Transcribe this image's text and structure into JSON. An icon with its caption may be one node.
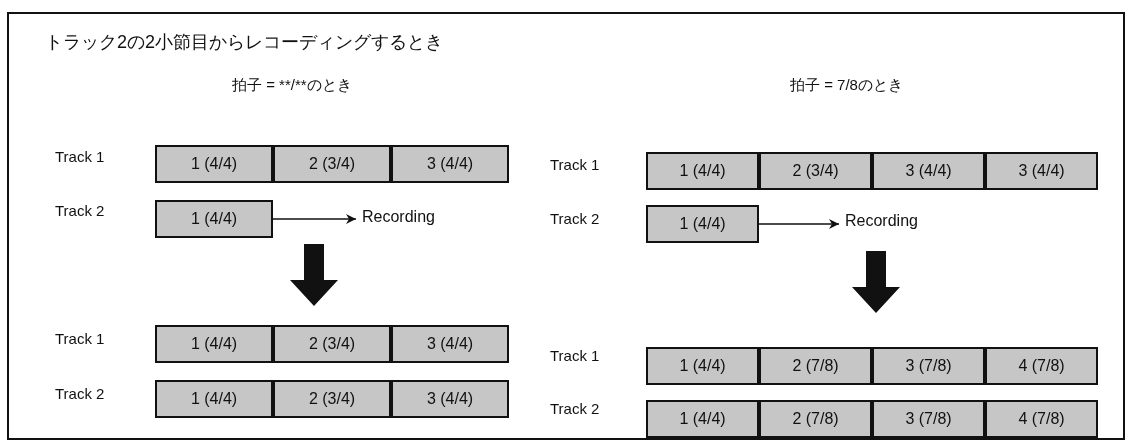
{
  "diagram": {
    "title": "トラック2の2小節目からレコーディングするとき",
    "nodes": [
      {
        "text": [
          "1 (4/4)"
        ]
      },
      {
        "text": [
          "2 (3/4)"
        ]
      },
      {
        "text": [
          "3 (4/4)"
        ]
      },
      {
        "text": [
          "1 (4/4)"
        ]
      },
      {
        "text": [
          "Recording"
        ]
      },
      {
        "text": [
          "1 (4/4)"
        ]
      },
      {
        "text": [
          "2 (3/4)"
        ]
      },
      {
        "text": [
          "3 (4/4)"
        ]
      },
      {
        "text": [
          "1 (4/4)"
        ]
      },
      {
        "text": [
          "2 (3/4)"
        ]
      },
      {
        "text": [
          "3 (4/4)"
        ]
      },
      {
        "text": [
          "1 (4/4)"
        ]
      },
      {
        "text": [
          "2 (3/4)"
        ]
      },
      {
        "text": [
          "3 (4/4)"
        ]
      },
      {
        "text": [
          "3 (4/4)"
        ]
      },
      {
        "text": [
          "1 (4/4)"
        ]
      },
      {
        "text": [
          "Recording"
        ]
      },
      {
        "text": [
          "1 (4/4)"
        ]
      },
      {
        "text": [
          "2 (7/8)"
        ]
      },
      {
        "text": [
          "3 (7/8)"
        ]
      },
      {
        "text": [
          "4 (7/8)"
        ]
      },
      {
        "text": [
          "1 (4/4)"
        ]
      },
      {
        "text": [
          "2 (7/8)"
        ]
      },
      {
        "text": [
          "3 (7/8)"
        ]
      },
      {
        "text": [
          "4 (7/8)"
        ]
      }
    ],
    "edges": [
      {
        "from": 3,
        "to": 4,
        "arrow": "to"
      },
      {
        "from": 15,
        "to": 16,
        "arrow": "to"
      }
    ],
    "labels": [
      "拍子 = **/**のとき",
      "Track 1",
      "Track 2",
      "Track 1",
      "Track 2",
      "拍子 = 7/8のとき",
      "Track 1",
      "Track 2",
      "Track 1",
      "Track 2"
    ]
  }
}
